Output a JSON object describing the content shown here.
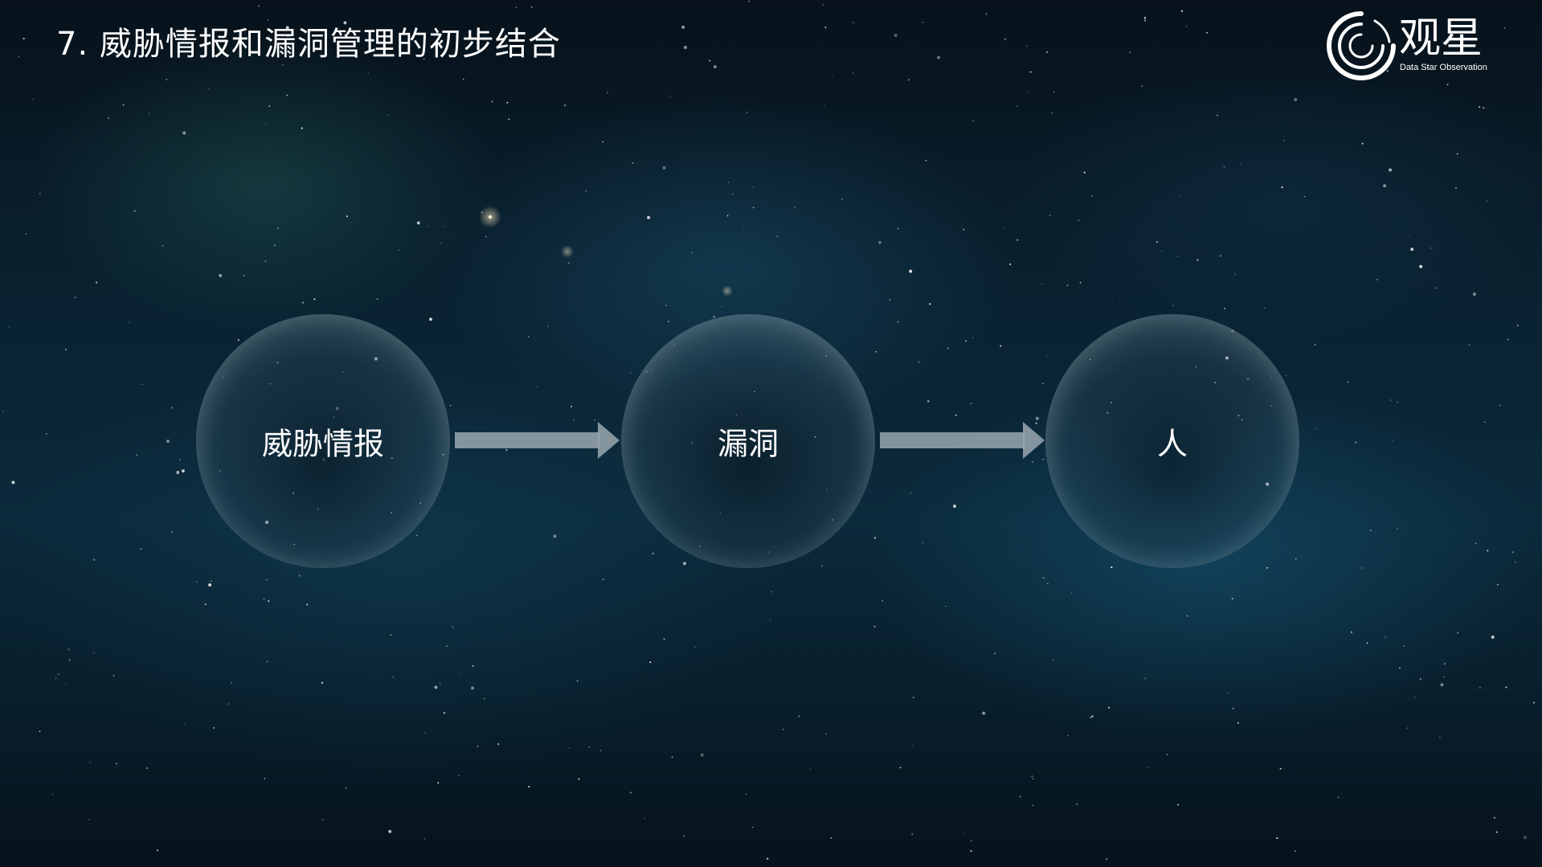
{
  "title": "7. 威胁情报和漏洞管理的初步结合",
  "logo": {
    "name": "观星",
    "subtitle": "Data Star Observation",
    "icon": "swirl-logo-icon"
  },
  "flow": {
    "nodes": [
      {
        "label": "威胁情报"
      },
      {
        "label": "漏洞"
      },
      {
        "label": "人"
      }
    ],
    "arrow_icon": "right-arrow-icon"
  },
  "colors": {
    "background_dark": "#06141e",
    "nebula_blue": "#1f5f82",
    "text": "#ffffff",
    "arrow": "#9aa8b0"
  }
}
